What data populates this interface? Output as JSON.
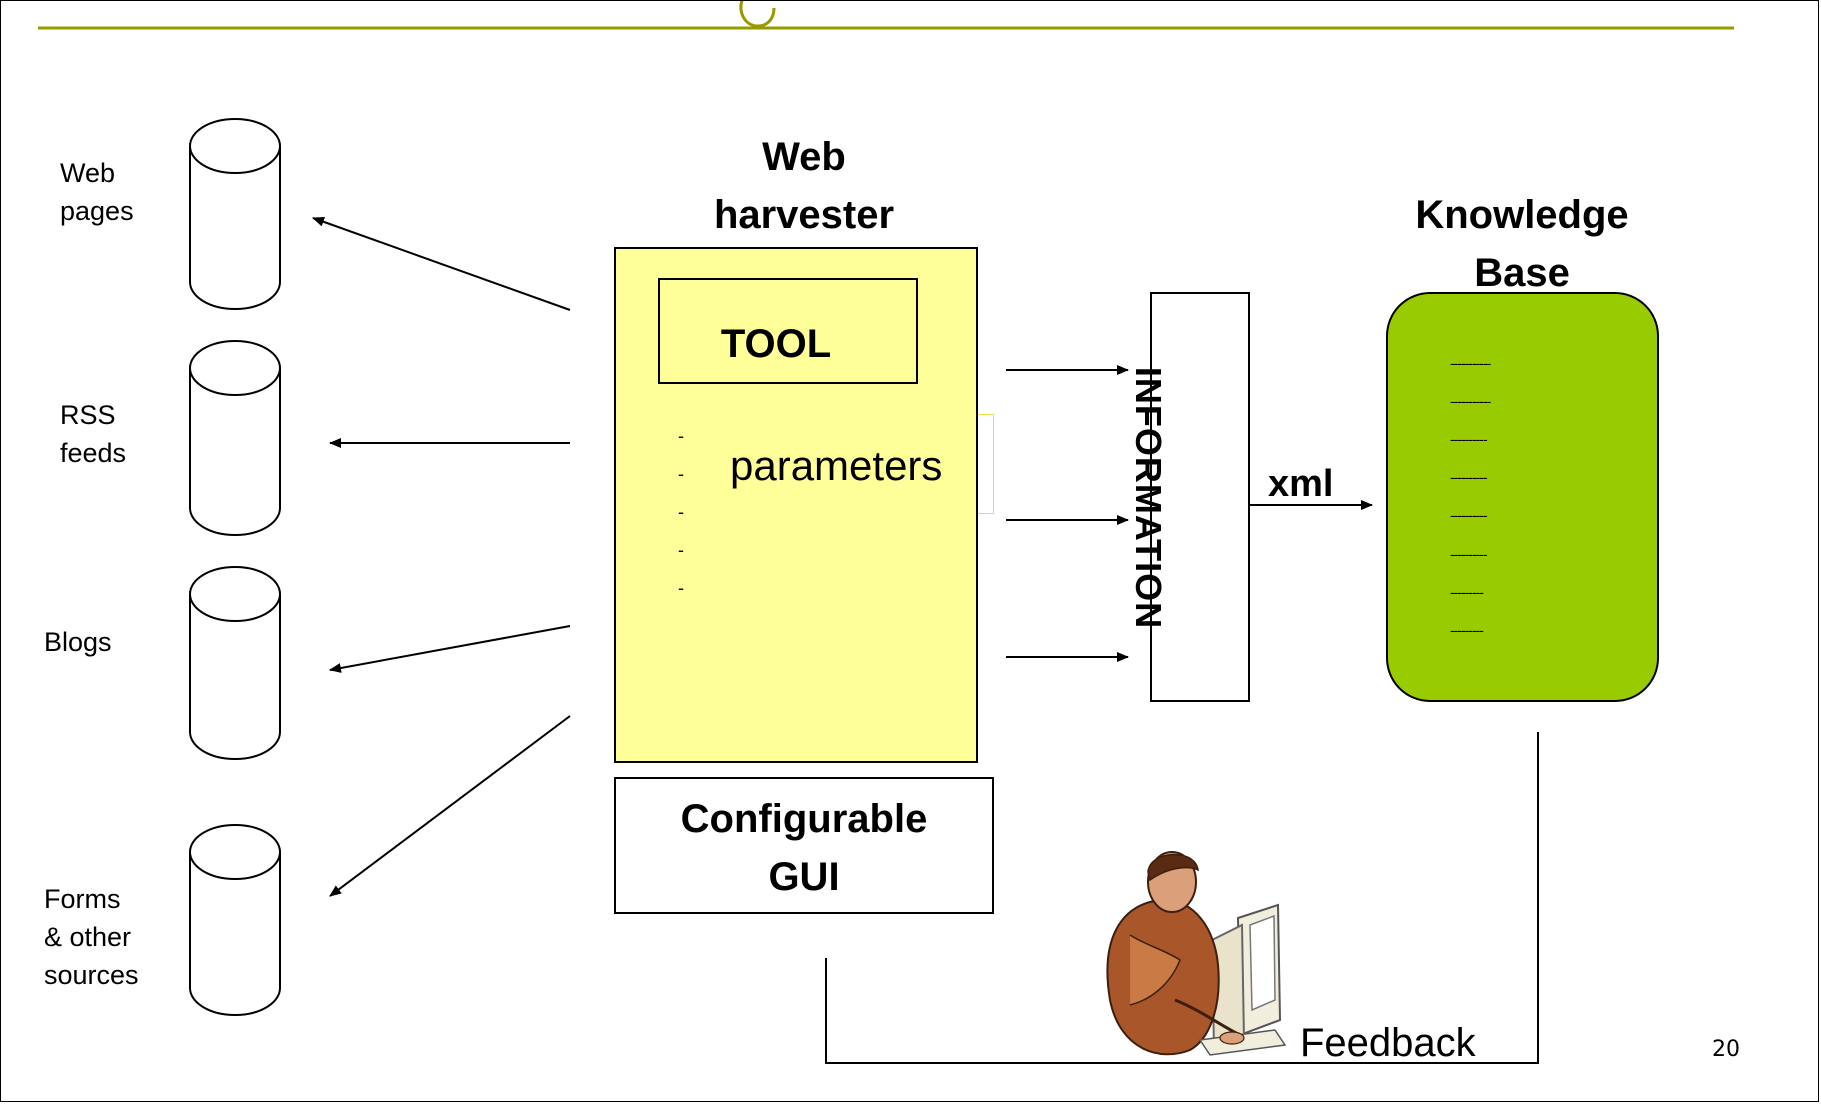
{
  "sources": [
    {
      "lines": [
        "Web",
        "pages"
      ]
    },
    {
      "lines": [
        "RSS",
        "feeds"
      ]
    },
    {
      "lines": [
        "Blogs"
      ]
    },
    {
      "lines": [
        "Forms",
        "& other",
        "sources"
      ]
    }
  ],
  "harvester": {
    "title_line1": "Web",
    "title_line2": "harvester",
    "tool_label": "TOOL",
    "parameters_label": "parameters",
    "parameter_bullets": [
      "-",
      "-",
      "-",
      "-",
      "-"
    ]
  },
  "gui": {
    "line1": "Configurable",
    "line2": "GUI"
  },
  "information_label": "INFORMATION",
  "xml_label": "xml",
  "knowledge_base": {
    "title_line1": "Knowledge",
    "title_line2": "Base",
    "lines": [
      "-----------",
      "-----------",
      "----------",
      "----------",
      "----------",
      "----------",
      "---------",
      "---------"
    ]
  },
  "feedback_label": "Feedback",
  "page_number": "20",
  "colors": {
    "harvester_fill": "#ffff99",
    "knowledge_base_fill": "#99cc00",
    "title_rule": "#999900"
  }
}
